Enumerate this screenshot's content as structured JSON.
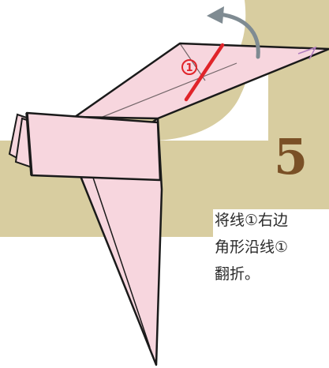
{
  "step": {
    "number": "5",
    "line_marker": "①",
    "instruction_lines": [
      "将线①右边",
      "角形沿线①",
      "翻折。"
    ]
  },
  "colors": {
    "background_band": "#d8cda0",
    "paper": "#f7d6de",
    "outline": "#1a1a1a",
    "fold_line": "#e0242a",
    "arrow": "#7f8b92",
    "step_number": "#7a5026",
    "text": "#2a2a2a"
  },
  "icons": {
    "fold_arrow": "curved-arrow-icon"
  }
}
